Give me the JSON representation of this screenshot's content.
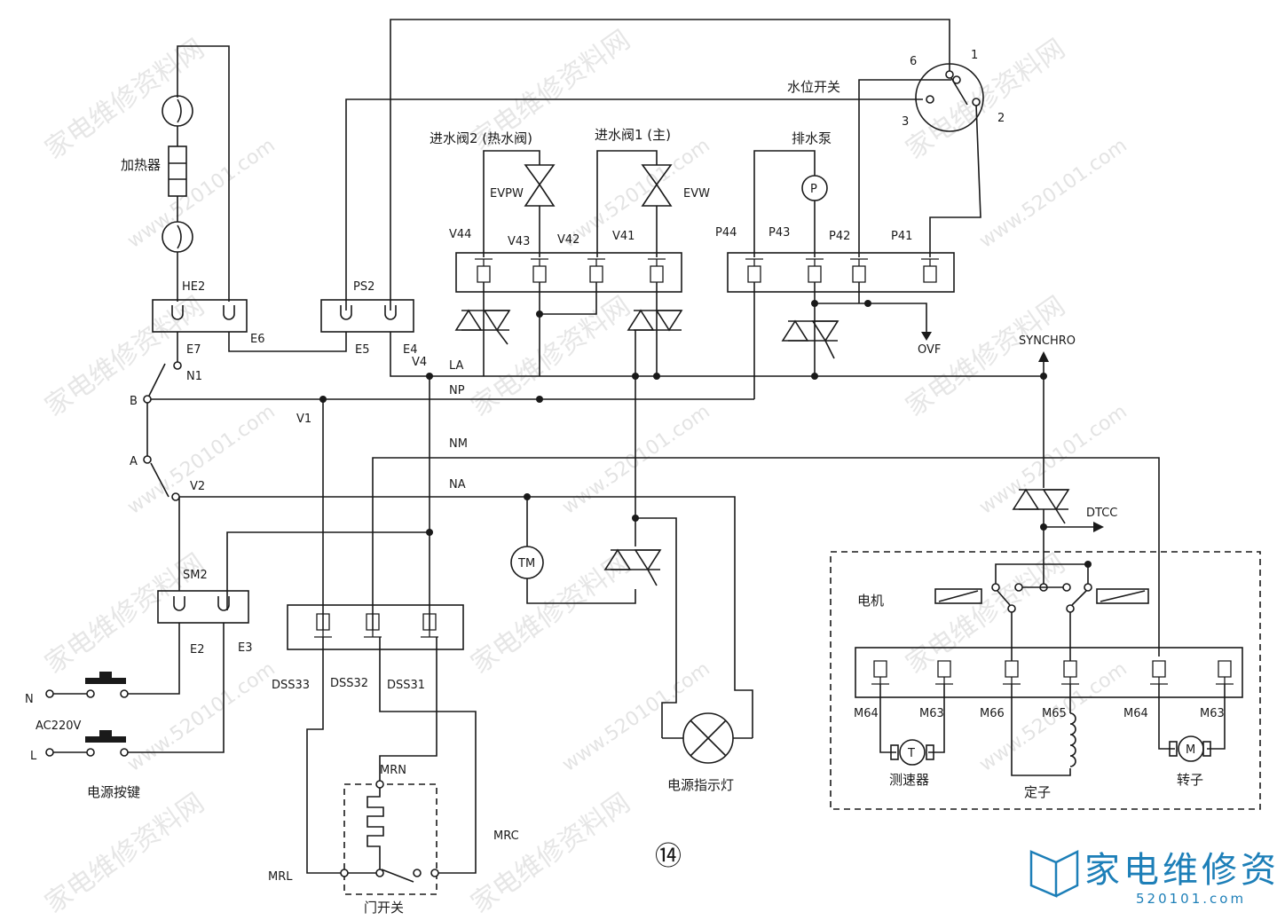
{
  "labels": {
    "water_level_switch": "水位开关",
    "heater": "加热器",
    "valve2": "进水阀2 (热水阀)",
    "valve1": "进水阀1 (主)",
    "drain_pump": "排水泵",
    "evpw": "EVPW",
    "evw": "EVW",
    "he2": "HE2",
    "ps2": "PS2",
    "sm2": "SM2",
    "e7": "E7",
    "e6": "E6",
    "e5": "E5",
    "e4": "E4",
    "e2": "E2",
    "e3": "E3",
    "n1": "N1",
    "b": "B",
    "a": "A",
    "v1": "V1",
    "v2": "V2",
    "v4": "V4",
    "la": "LA",
    "np": "NP",
    "nm": "NM",
    "na": "NA",
    "v44": "V44",
    "v43": "V43",
    "v42": "V42",
    "v41": "V41",
    "p44": "P44",
    "p43": "P43",
    "p42": "P42",
    "p41": "P41",
    "ovf": "OVF",
    "synchro": "SYNCHRO",
    "dtcc": "DTCC",
    "sw1": "1",
    "sw2": "2",
    "sw3": "3",
    "sw6": "6",
    "pump_p": "P",
    "tm": "TM",
    "motor": "电机",
    "m64a": "M64",
    "m63a": "M63",
    "m66": "M66",
    "m65": "M65",
    "m64b": "M64",
    "m63b": "M63",
    "tacho": "测速器",
    "tacho_t": "T",
    "stator": "定子",
    "rotor": "转子",
    "rotor_m": "M",
    "n_line": "N",
    "ac220": "AC220V",
    "l_line": "L",
    "power_key": "电源按键",
    "dss33": "DSS33",
    "dss32": "DSS32",
    "dss31": "DSS31",
    "mrn": "MRN",
    "mrc": "MRC",
    "mrl": "MRL",
    "door_switch": "门开关",
    "power_lamp": "电源指示灯",
    "fig_number": "⑭"
  },
  "watermark": {
    "text": "家电维修资料网",
    "url": "www.520101.com",
    "logo_text": "家电维修资料网",
    "logo_url": "520101.com"
  }
}
